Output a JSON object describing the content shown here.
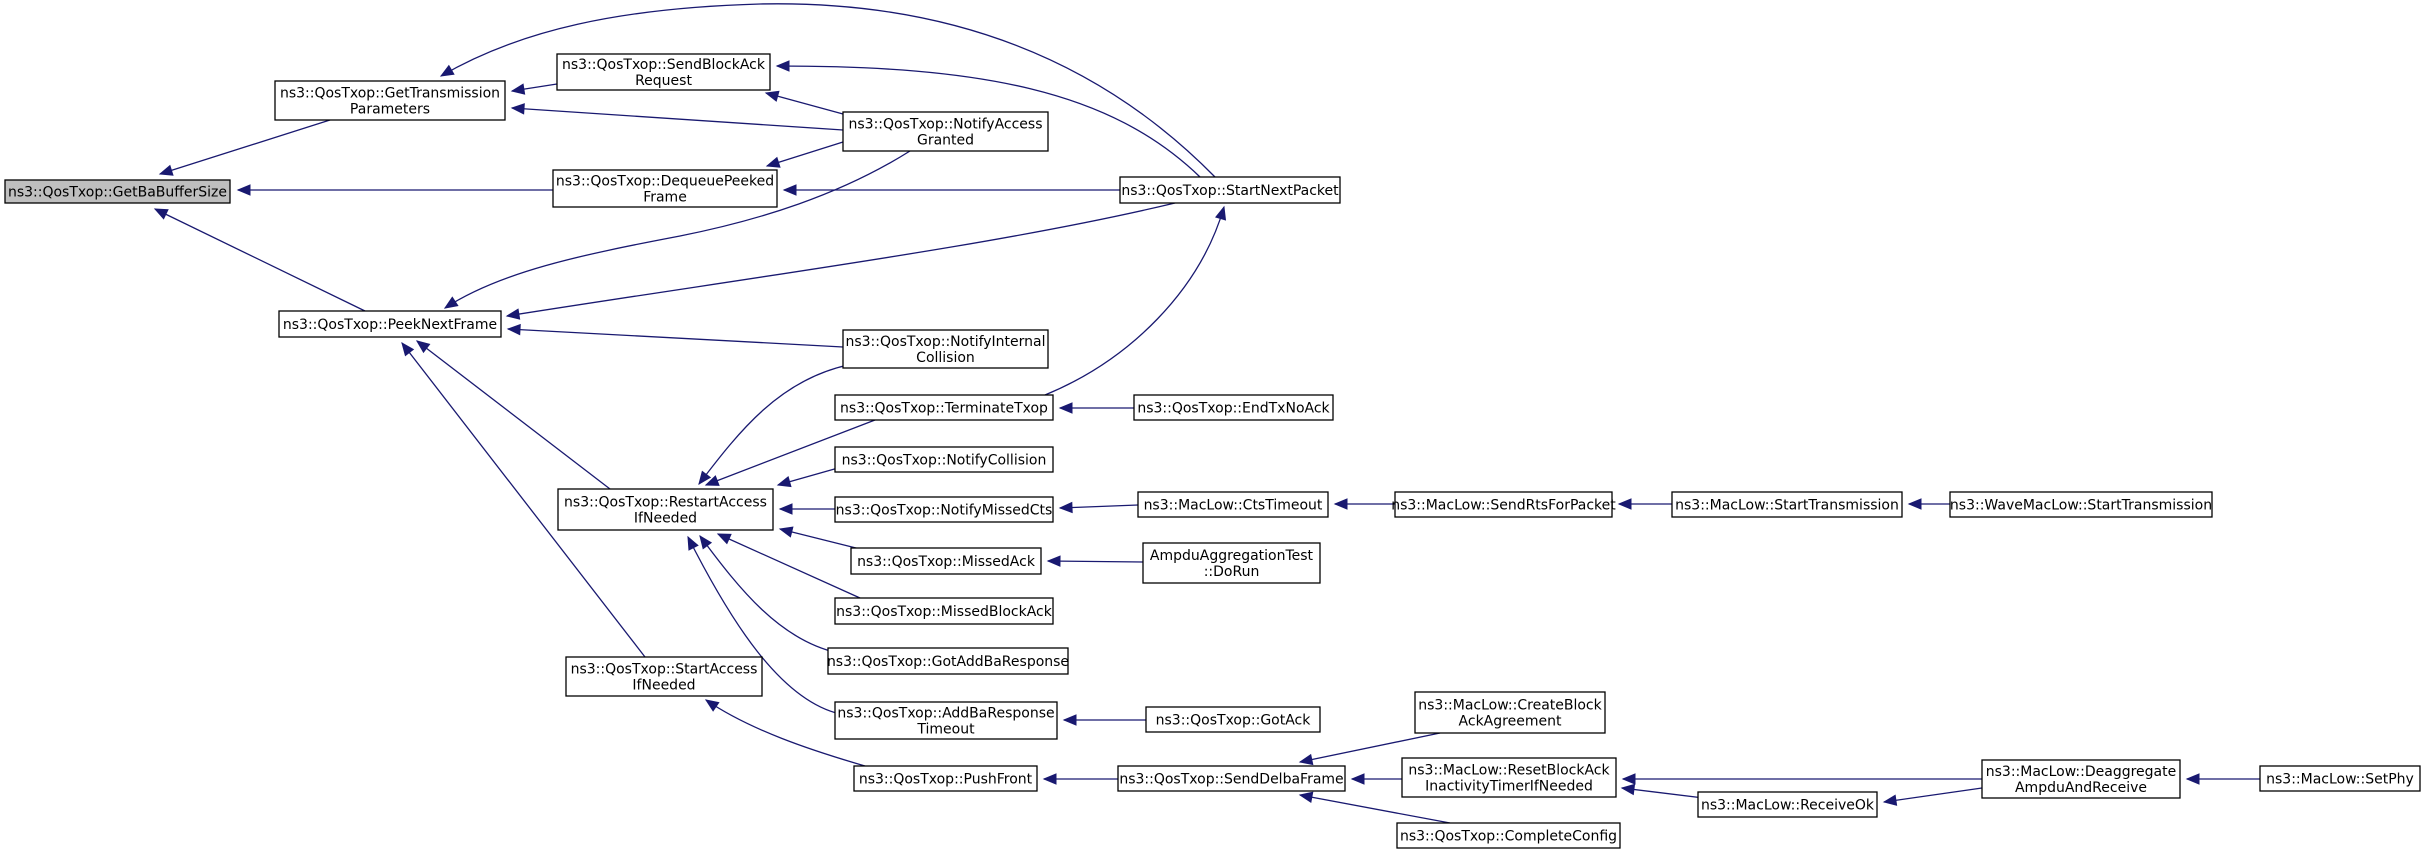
{
  "colors": {
    "edge": "#191970",
    "root_fill": "#bfbfbf",
    "node_fill": "#ffffff",
    "border": "#000000"
  },
  "nodes": [
    {
      "id": "getBaBufferSize",
      "lines": [
        "ns3::QosTxop::GetBaBufferSize"
      ],
      "root": true
    },
    {
      "id": "getTransmissionParameters",
      "lines": [
        "ns3::QosTxop::GetTransmission",
        "Parameters"
      ]
    },
    {
      "id": "sendBlockAckRequest",
      "lines": [
        "ns3::QosTxop::SendBlockAck",
        "Request"
      ]
    },
    {
      "id": "notifyAccessGranted",
      "lines": [
        "ns3::QosTxop::NotifyAccess",
        "Granted"
      ]
    },
    {
      "id": "dequeuePeekedFrame",
      "lines": [
        "ns3::QosTxop::DequeuePeeked",
        "Frame"
      ]
    },
    {
      "id": "startNextPacket",
      "lines": [
        "ns3::QosTxop::StartNextPacket"
      ]
    },
    {
      "id": "peekNextFrame",
      "lines": [
        "ns3::QosTxop::PeekNextFrame"
      ]
    },
    {
      "id": "notifyInternalCollision",
      "lines": [
        "ns3::QosTxop::NotifyInternal",
        "Collision"
      ]
    },
    {
      "id": "terminateTxop",
      "lines": [
        "ns3::QosTxop::TerminateTxop"
      ]
    },
    {
      "id": "endTxNoAck",
      "lines": [
        "ns3::QosTxop::EndTxNoAck"
      ]
    },
    {
      "id": "notifyCollision",
      "lines": [
        "ns3::QosTxop::NotifyCollision"
      ]
    },
    {
      "id": "restartAccessIfNeeded",
      "lines": [
        "ns3::QosTxop::RestartAccess",
        "IfNeeded"
      ]
    },
    {
      "id": "notifyMissedCts",
      "lines": [
        "ns3::QosTxop::NotifyMissedCts"
      ]
    },
    {
      "id": "ctsTimeout",
      "lines": [
        "ns3::MacLow::CtsTimeout"
      ]
    },
    {
      "id": "sendRtsForPacket",
      "lines": [
        "ns3::MacLow::SendRtsForPacket"
      ]
    },
    {
      "id": "startTransmissionMacLow",
      "lines": [
        "ns3::MacLow::StartTransmission"
      ]
    },
    {
      "id": "waveStartTransmission",
      "lines": [
        "ns3::WaveMacLow::StartTransmission"
      ]
    },
    {
      "id": "missedAck",
      "lines": [
        "ns3::QosTxop::MissedAck"
      ]
    },
    {
      "id": "ampduDoRun",
      "lines": [
        "AmpduAggregationTest",
        "::DoRun"
      ]
    },
    {
      "id": "missedBlockAck",
      "lines": [
        "ns3::QosTxop::MissedBlockAck"
      ]
    },
    {
      "id": "gotAddBaResponse",
      "lines": [
        "ns3::QosTxop::GotAddBaResponse"
      ]
    },
    {
      "id": "startAccessIfNeeded",
      "lines": [
        "ns3::QosTxop::StartAccess",
        "IfNeeded"
      ]
    },
    {
      "id": "addBaResponseTimeout",
      "lines": [
        "ns3::QosTxop::AddBaResponse",
        "Timeout"
      ]
    },
    {
      "id": "gotAck",
      "lines": [
        "ns3::QosTxop::GotAck"
      ]
    },
    {
      "id": "createBlockAckAgreement",
      "lines": [
        "ns3::MacLow::CreateBlock",
        "AckAgreement"
      ]
    },
    {
      "id": "pushFront",
      "lines": [
        "ns3::QosTxop::PushFront"
      ]
    },
    {
      "id": "sendDelbaFrame",
      "lines": [
        "ns3::QosTxop::SendDelbaFrame"
      ]
    },
    {
      "id": "resetBlockAckInactivityTimerIfNeeded",
      "lines": [
        "ns3::MacLow::ResetBlockAck",
        "InactivityTimerIfNeeded"
      ]
    },
    {
      "id": "deaggregateAmpduAndReceive",
      "lines": [
        "ns3::MacLow::Deaggregate",
        "AmpduAndReceive"
      ]
    },
    {
      "id": "setPhy",
      "lines": [
        "ns3::MacLow::SetPhy"
      ]
    },
    {
      "id": "receiveOk",
      "lines": [
        "ns3::MacLow::ReceiveOk"
      ]
    },
    {
      "id": "completeConfig",
      "lines": [
        "ns3::QosTxop::CompleteConfig"
      ]
    }
  ],
  "edges": [
    {
      "from": "getTransmissionParameters",
      "to": "getBaBufferSize"
    },
    {
      "from": "dequeuePeekedFrame",
      "to": "getBaBufferSize"
    },
    {
      "from": "peekNextFrame",
      "to": "getBaBufferSize"
    },
    {
      "from": "sendBlockAckRequest",
      "to": "getTransmissionParameters"
    },
    {
      "from": "notifyAccessGranted",
      "to": "getTransmissionParameters"
    },
    {
      "from": "startNextPacket",
      "to": "getTransmissionParameters"
    },
    {
      "from": "notifyAccessGranted",
      "to": "sendBlockAckRequest"
    },
    {
      "from": "startNextPacket",
      "to": "sendBlockAckRequest"
    },
    {
      "from": "notifyAccessGranted",
      "to": "dequeuePeekedFrame"
    },
    {
      "from": "startNextPacket",
      "to": "dequeuePeekedFrame"
    },
    {
      "from": "notifyAccessGranted",
      "to": "peekNextFrame"
    },
    {
      "from": "startNextPacket",
      "to": "peekNextFrame"
    },
    {
      "from": "notifyInternalCollision",
      "to": "peekNextFrame"
    },
    {
      "from": "restartAccessIfNeeded",
      "to": "peekNextFrame"
    },
    {
      "from": "startAccessIfNeeded",
      "to": "peekNextFrame"
    },
    {
      "from": "terminateTxop",
      "to": "startNextPacket"
    },
    {
      "from": "endTxNoAck",
      "to": "terminateTxop"
    },
    {
      "from": "notifyInternalCollision",
      "to": "restartAccessIfNeeded"
    },
    {
      "from": "terminateTxop",
      "to": "restartAccessIfNeeded"
    },
    {
      "from": "notifyCollision",
      "to": "restartAccessIfNeeded"
    },
    {
      "from": "notifyMissedCts",
      "to": "restartAccessIfNeeded"
    },
    {
      "from": "missedAck",
      "to": "restartAccessIfNeeded"
    },
    {
      "from": "missedBlockAck",
      "to": "restartAccessIfNeeded"
    },
    {
      "from": "gotAddBaResponse",
      "to": "restartAccessIfNeeded"
    },
    {
      "from": "addBaResponseTimeout",
      "to": "restartAccessIfNeeded"
    },
    {
      "from": "ctsTimeout",
      "to": "notifyMissedCts"
    },
    {
      "from": "sendRtsForPacket",
      "to": "ctsTimeout"
    },
    {
      "from": "startTransmissionMacLow",
      "to": "sendRtsForPacket"
    },
    {
      "from": "waveStartTransmission",
      "to": "startTransmissionMacLow"
    },
    {
      "from": "ampduDoRun",
      "to": "missedAck"
    },
    {
      "from": "gotAck",
      "to": "addBaResponseTimeout"
    },
    {
      "from": "pushFront",
      "to": "startAccessIfNeeded"
    },
    {
      "from": "sendDelbaFrame",
      "to": "pushFront"
    },
    {
      "from": "createBlockAckAgreement",
      "to": "sendDelbaFrame"
    },
    {
      "from": "resetBlockAckInactivityTimerIfNeeded",
      "to": "sendDelbaFrame"
    },
    {
      "from": "completeConfig",
      "to": "sendDelbaFrame"
    },
    {
      "from": "deaggregateAmpduAndReceive",
      "to": "resetBlockAckInactivityTimerIfNeeded"
    },
    {
      "from": "receiveOk",
      "to": "resetBlockAckInactivityTimerIfNeeded"
    },
    {
      "from": "deaggregateAmpduAndReceive",
      "to": "receiveOk"
    },
    {
      "from": "setPhy",
      "to": "deaggregateAmpduAndReceive"
    }
  ]
}
